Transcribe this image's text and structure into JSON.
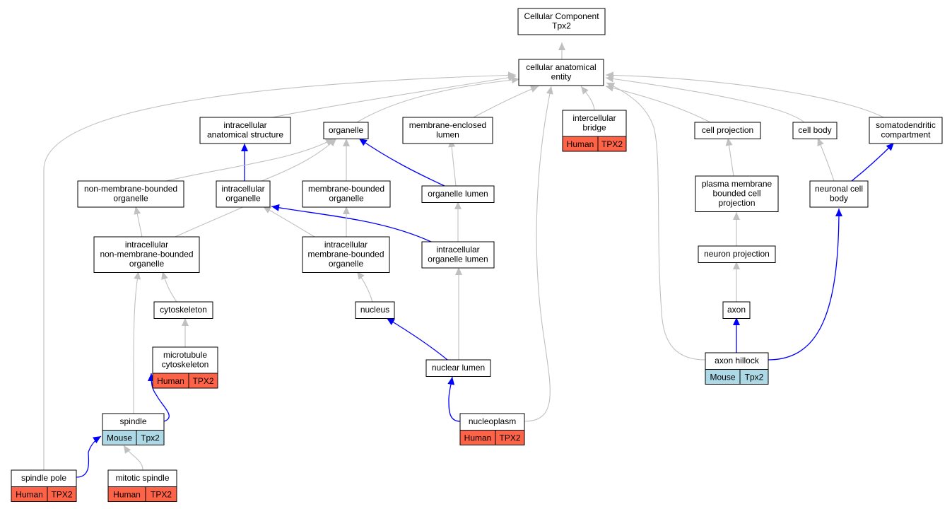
{
  "colors": {
    "human": "#ff6347",
    "mouse": "#add8e6",
    "edge_grey": "#c0c0c0",
    "edge_blue": "#0000ff",
    "node_border": "#000000"
  },
  "nodes": {
    "cc": {
      "lines": [
        "Cellular Component",
        "Tpx2"
      ]
    },
    "cae": {
      "lines": [
        "cellular anatomical",
        "entity"
      ]
    },
    "ias": {
      "lines": [
        "intracellular",
        "anatomical structure"
      ]
    },
    "org": {
      "lines": [
        "organelle"
      ]
    },
    "mel": {
      "lines": [
        "membrane-enclosed",
        "lumen"
      ]
    },
    "ib": {
      "lines": [
        "intercellular",
        "bridge"
      ],
      "species": "Human",
      "gene": "TPX2"
    },
    "cp": {
      "lines": [
        "cell projection"
      ]
    },
    "cb": {
      "lines": [
        "cell body"
      ]
    },
    "sdc": {
      "lines": [
        "somatodendritic",
        "compartment"
      ]
    },
    "nmbo": {
      "lines": [
        "non-membrane-bounded",
        "organelle"
      ]
    },
    "io": {
      "lines": [
        "intracellular",
        "organelle"
      ]
    },
    "mbo": {
      "lines": [
        "membrane-bounded",
        "organelle"
      ]
    },
    "ol": {
      "lines": [
        "organelle lumen"
      ]
    },
    "pmbcp": {
      "lines": [
        "plasma membrane",
        "bounded cell",
        "projection"
      ]
    },
    "ncb": {
      "lines": [
        "neuronal cell",
        "body"
      ]
    },
    "inmbo": {
      "lines": [
        "intracellular",
        "non-membrane-bounded",
        "organelle"
      ]
    },
    "imbo": {
      "lines": [
        "intracellular",
        "membrane-bounded",
        "organelle"
      ]
    },
    "iol": {
      "lines": [
        "intracellular",
        "organelle lumen"
      ]
    },
    "np": {
      "lines": [
        "neuron projection"
      ]
    },
    "cs": {
      "lines": [
        "cytoskeleton"
      ]
    },
    "nuc": {
      "lines": [
        "nucleus"
      ]
    },
    "ax": {
      "lines": [
        "axon"
      ]
    },
    "mtc": {
      "lines": [
        "microtubule",
        "cytoskeleton"
      ],
      "species": "Human",
      "gene": "TPX2"
    },
    "nl": {
      "lines": [
        "nuclear lumen"
      ]
    },
    "ah": {
      "lines": [
        "axon hillock"
      ],
      "species": "Mouse",
      "gene": "Tpx2"
    },
    "sp": {
      "lines": [
        "spindle"
      ],
      "species": "Mouse",
      "gene": "Tpx2"
    },
    "npl": {
      "lines": [
        "nucleoplasm"
      ],
      "species": "Human",
      "gene": "TPX2"
    },
    "spp": {
      "lines": [
        "spindle pole"
      ],
      "species": "Human",
      "gene": "TPX2"
    },
    "ms": {
      "lines": [
        "mitotic spindle"
      ],
      "species": "Human",
      "gene": "TPX2"
    }
  },
  "edges": [
    {
      "from": "cae",
      "to": "cc",
      "type": "is_a"
    },
    {
      "from": "ias",
      "to": "cae",
      "type": "is_a"
    },
    {
      "from": "org",
      "to": "cae",
      "type": "is_a"
    },
    {
      "from": "mel",
      "to": "cae",
      "type": "is_a"
    },
    {
      "from": "ib",
      "to": "cae",
      "type": "is_a"
    },
    {
      "from": "cp",
      "to": "cae",
      "type": "is_a"
    },
    {
      "from": "cb",
      "to": "cae",
      "type": "is_a"
    },
    {
      "from": "sdc",
      "to": "cae",
      "type": "is_a"
    },
    {
      "from": "spp",
      "to": "cae",
      "type": "is_a"
    },
    {
      "from": "npl",
      "to": "cae",
      "type": "is_a"
    },
    {
      "from": "ah",
      "to": "cae",
      "type": "is_a"
    },
    {
      "from": "io",
      "to": "ias",
      "type": "part_of"
    },
    {
      "from": "nmbo",
      "to": "org",
      "type": "is_a"
    },
    {
      "from": "io",
      "to": "org",
      "type": "is_a"
    },
    {
      "from": "mbo",
      "to": "org",
      "type": "is_a"
    },
    {
      "from": "ol",
      "to": "org",
      "type": "part_of"
    },
    {
      "from": "ol",
      "to": "mel",
      "type": "is_a"
    },
    {
      "from": "inmbo",
      "to": "nmbo",
      "type": "is_a"
    },
    {
      "from": "inmbo",
      "to": "io",
      "type": "is_a"
    },
    {
      "from": "imbo",
      "to": "io",
      "type": "is_a"
    },
    {
      "from": "iol",
      "to": "io",
      "type": "part_of"
    },
    {
      "from": "imbo",
      "to": "mbo",
      "type": "is_a"
    },
    {
      "from": "iol",
      "to": "ol",
      "type": "is_a"
    },
    {
      "from": "pmbcp",
      "to": "cp",
      "type": "is_a"
    },
    {
      "from": "np",
      "to": "pmbcp",
      "type": "is_a"
    },
    {
      "from": "ax",
      "to": "np",
      "type": "is_a"
    },
    {
      "from": "ncb",
      "to": "cb",
      "type": "is_a"
    },
    {
      "from": "ncb",
      "to": "sdc",
      "type": "part_of"
    },
    {
      "from": "ah",
      "to": "ax",
      "type": "part_of"
    },
    {
      "from": "ah",
      "to": "ncb",
      "type": "part_of"
    },
    {
      "from": "cs",
      "to": "inmbo",
      "type": "is_a"
    },
    {
      "from": "sp",
      "to": "inmbo",
      "type": "is_a"
    },
    {
      "from": "mtc",
      "to": "cs",
      "type": "is_a"
    },
    {
      "from": "sp",
      "to": "mtc",
      "type": "part_of"
    },
    {
      "from": "ms",
      "to": "sp",
      "type": "is_a"
    },
    {
      "from": "spp",
      "to": "sp",
      "type": "part_of"
    },
    {
      "from": "nuc",
      "to": "imbo",
      "type": "is_a"
    },
    {
      "from": "nl",
      "to": "nuc",
      "type": "part_of"
    },
    {
      "from": "nl",
      "to": "iol",
      "type": "is_a"
    },
    {
      "from": "npl",
      "to": "nl",
      "type": "part_of"
    }
  ]
}
